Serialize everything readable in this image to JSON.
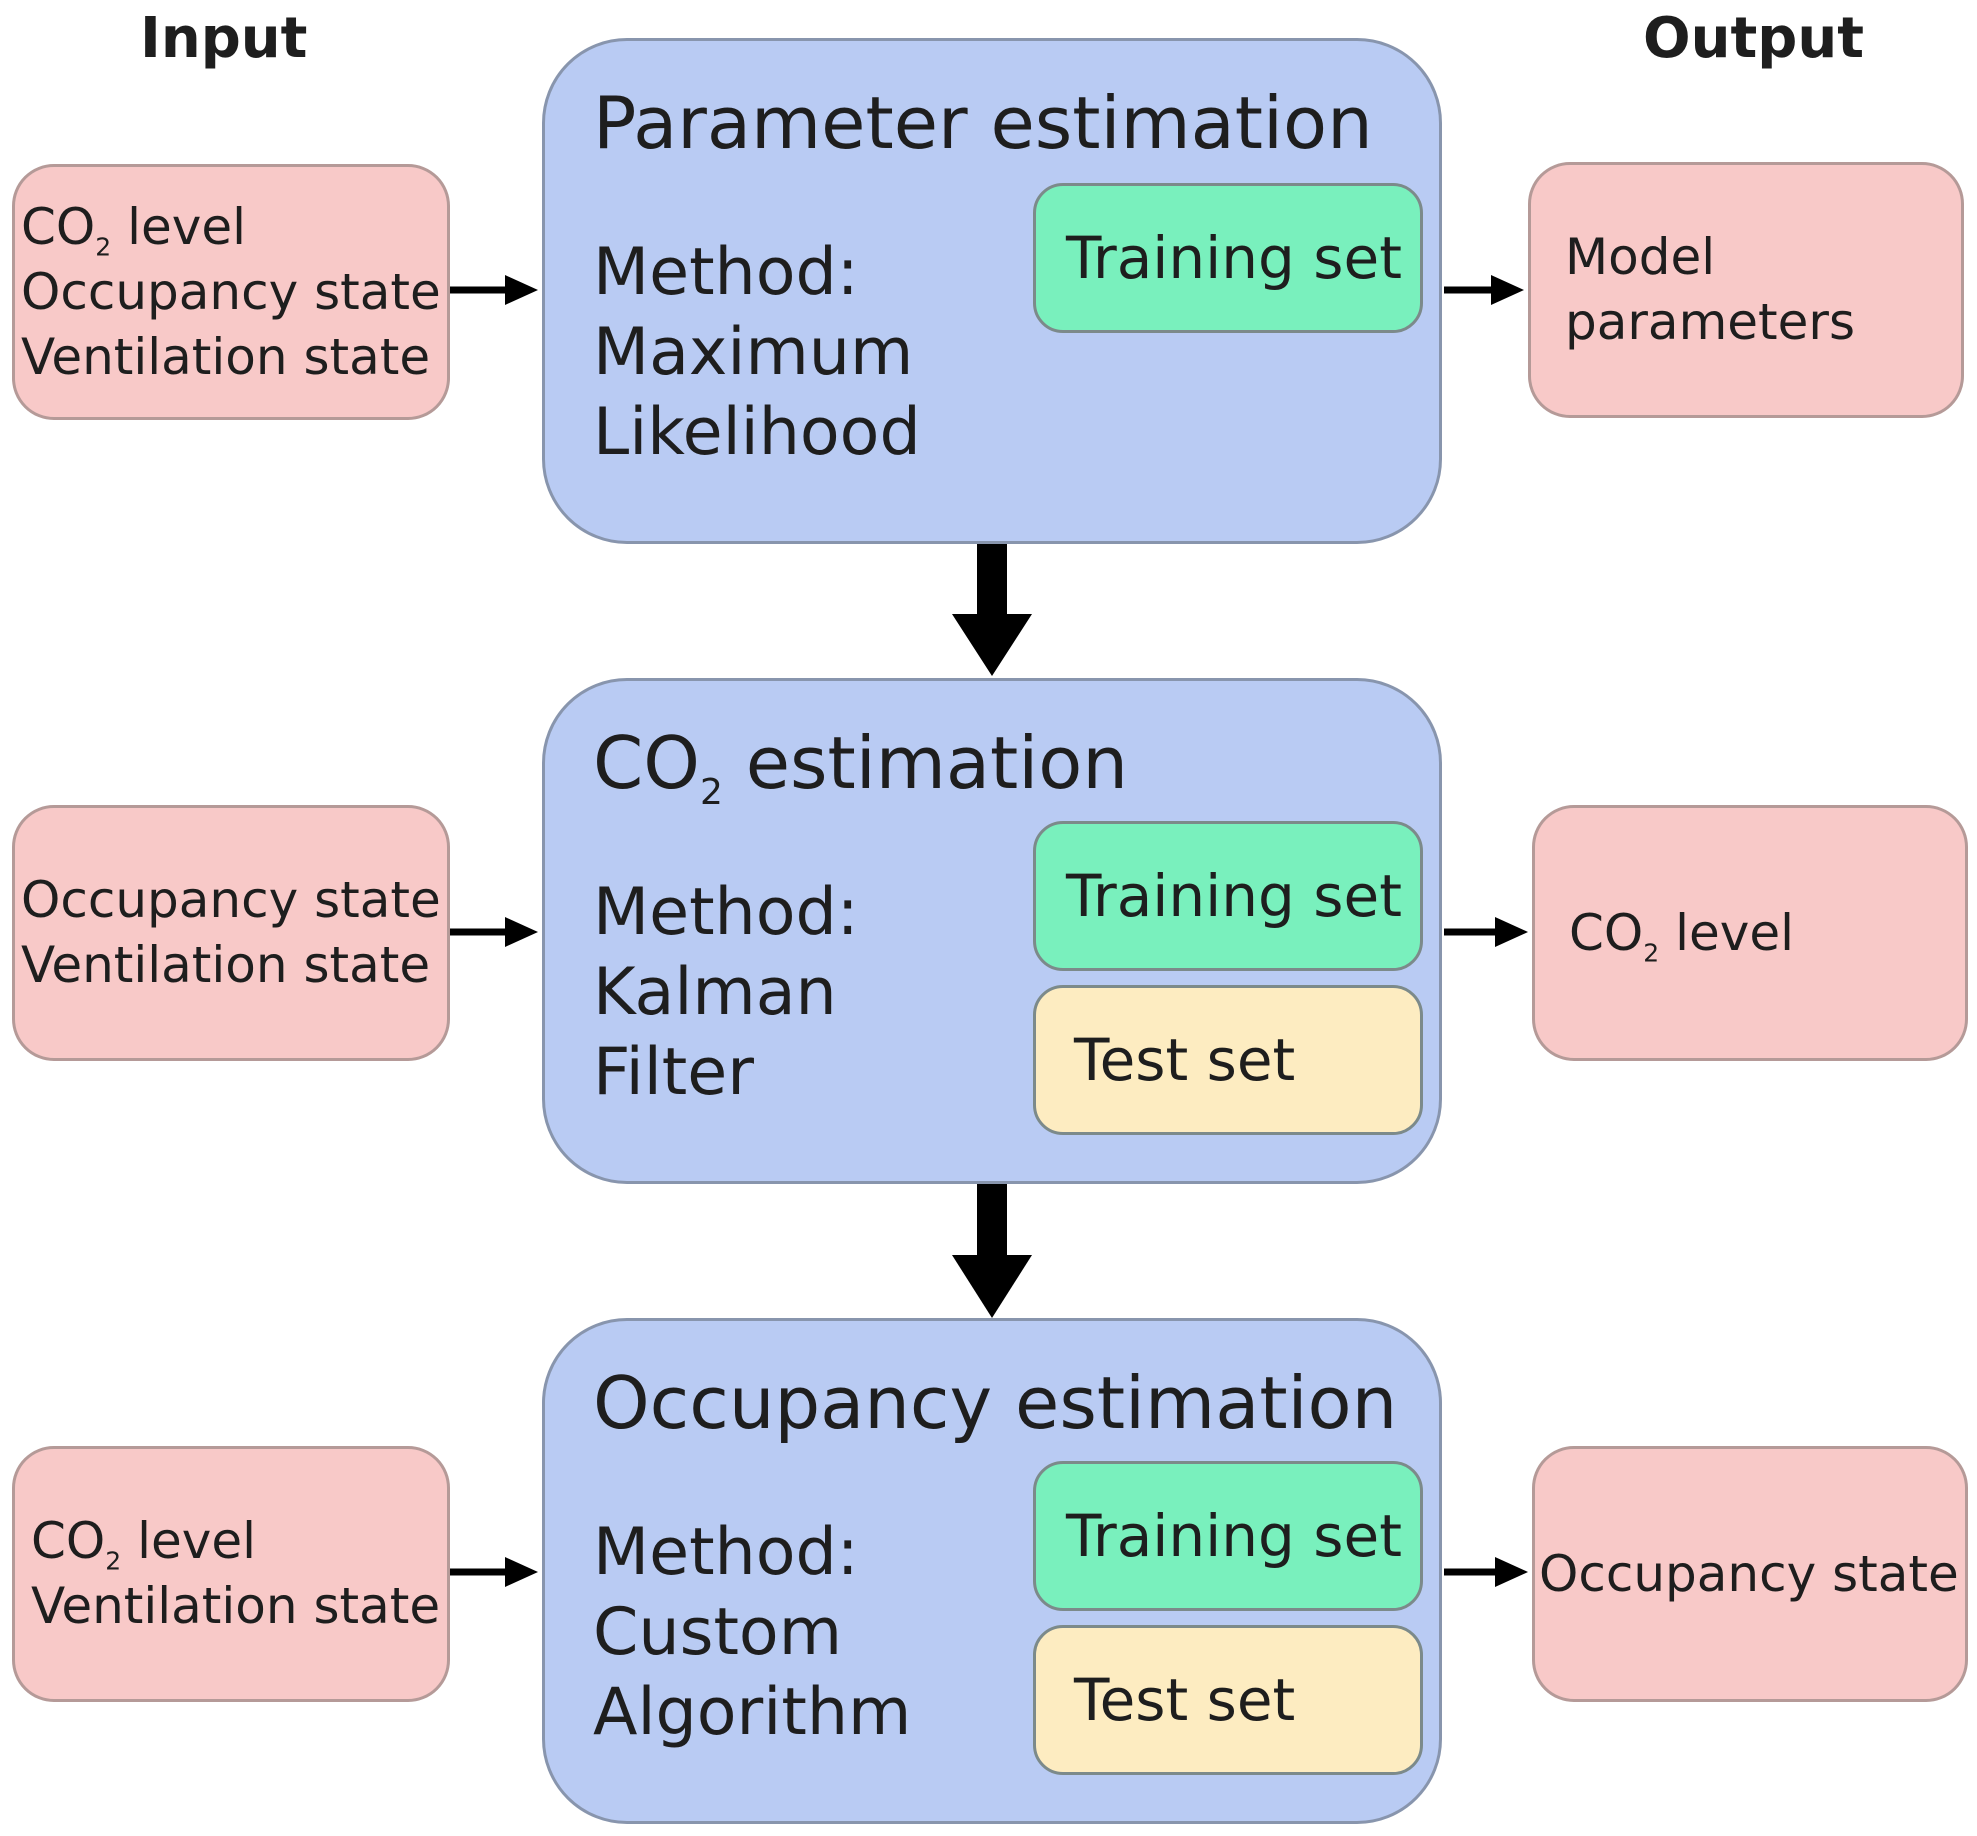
{
  "headers": {
    "input": "Input",
    "output": "Output"
  },
  "stages": [
    {
      "title_a": "Parameter estimation",
      "title_sub": "",
      "title_b": "",
      "method": [
        "Method:",
        "Maximum",
        "Likelihood"
      ],
      "sets": [
        "Training set"
      ]
    },
    {
      "title_a": "CO",
      "title_sub": "2",
      "title_b": " estimation",
      "method": [
        "Method:",
        "Kalman",
        "Filter"
      ],
      "sets": [
        "Training set",
        "Test set"
      ]
    },
    {
      "title_a": "Occupancy estimation",
      "title_sub": "",
      "title_b": "",
      "method": [
        "Method:",
        "Custom",
        "Algorithm"
      ],
      "sets": [
        "Training set",
        "Test set"
      ]
    }
  ],
  "inputs": [
    {
      "co2": {
        "a": "CO",
        "sub": "2",
        "b": " level"
      },
      "lines": [
        "Occupancy state",
        "Ventilation state"
      ]
    },
    {
      "lines": [
        "Occupancy state",
        "Ventilation state"
      ]
    },
    {
      "co2": {
        "a": "CO",
        "sub": "2",
        "b": " level"
      },
      "lines": [
        "Ventilation state"
      ]
    }
  ],
  "outputs": [
    {
      "lines": [
        "Model",
        "parameters"
      ]
    },
    {
      "co2": {
        "a": "CO",
        "sub": "2",
        "b": " level"
      }
    },
    {
      "lines": [
        "Occupancy state"
      ]
    }
  ]
}
